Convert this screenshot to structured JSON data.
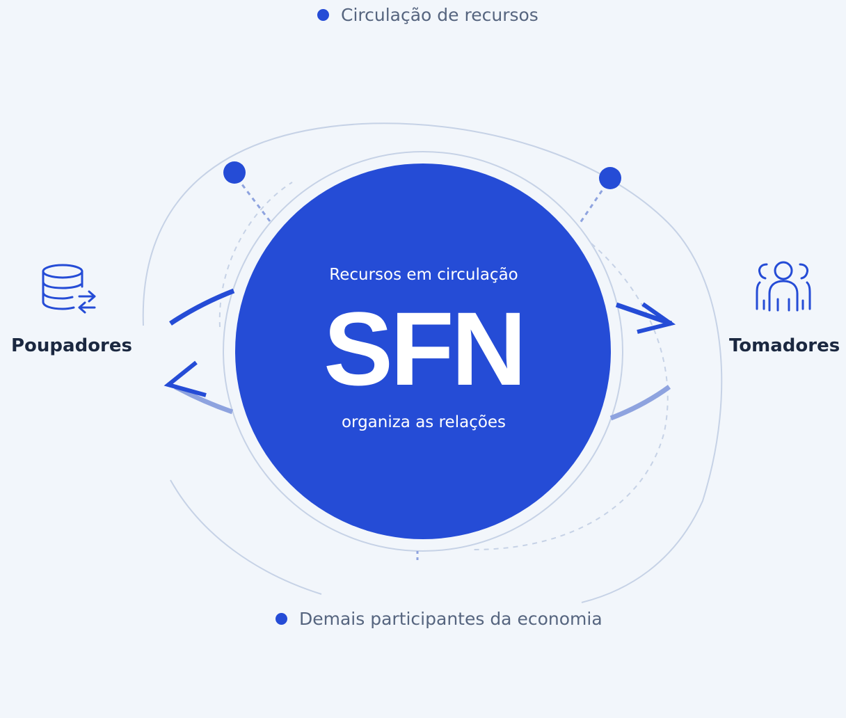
{
  "colors": {
    "background": "#f2f6fb",
    "accent": "#254cd6",
    "accent_light": "#8ea3df",
    "line": "#c6d2e6",
    "text_dark": "#1b2840",
    "text_muted": "#56657f"
  },
  "legend": {
    "top_label": "Circulação de recursos",
    "bottom_label": "Demais participantes da economia"
  },
  "center": {
    "subtitle_top": "Recursos em circulação",
    "title": "SFN",
    "subtitle_bottom": "organiza as relações"
  },
  "nodes": {
    "left": {
      "label": "Poupadores",
      "icon": "database-transfer-icon"
    },
    "right": {
      "label": "Tomadores",
      "icon": "people-group-icon"
    }
  }
}
